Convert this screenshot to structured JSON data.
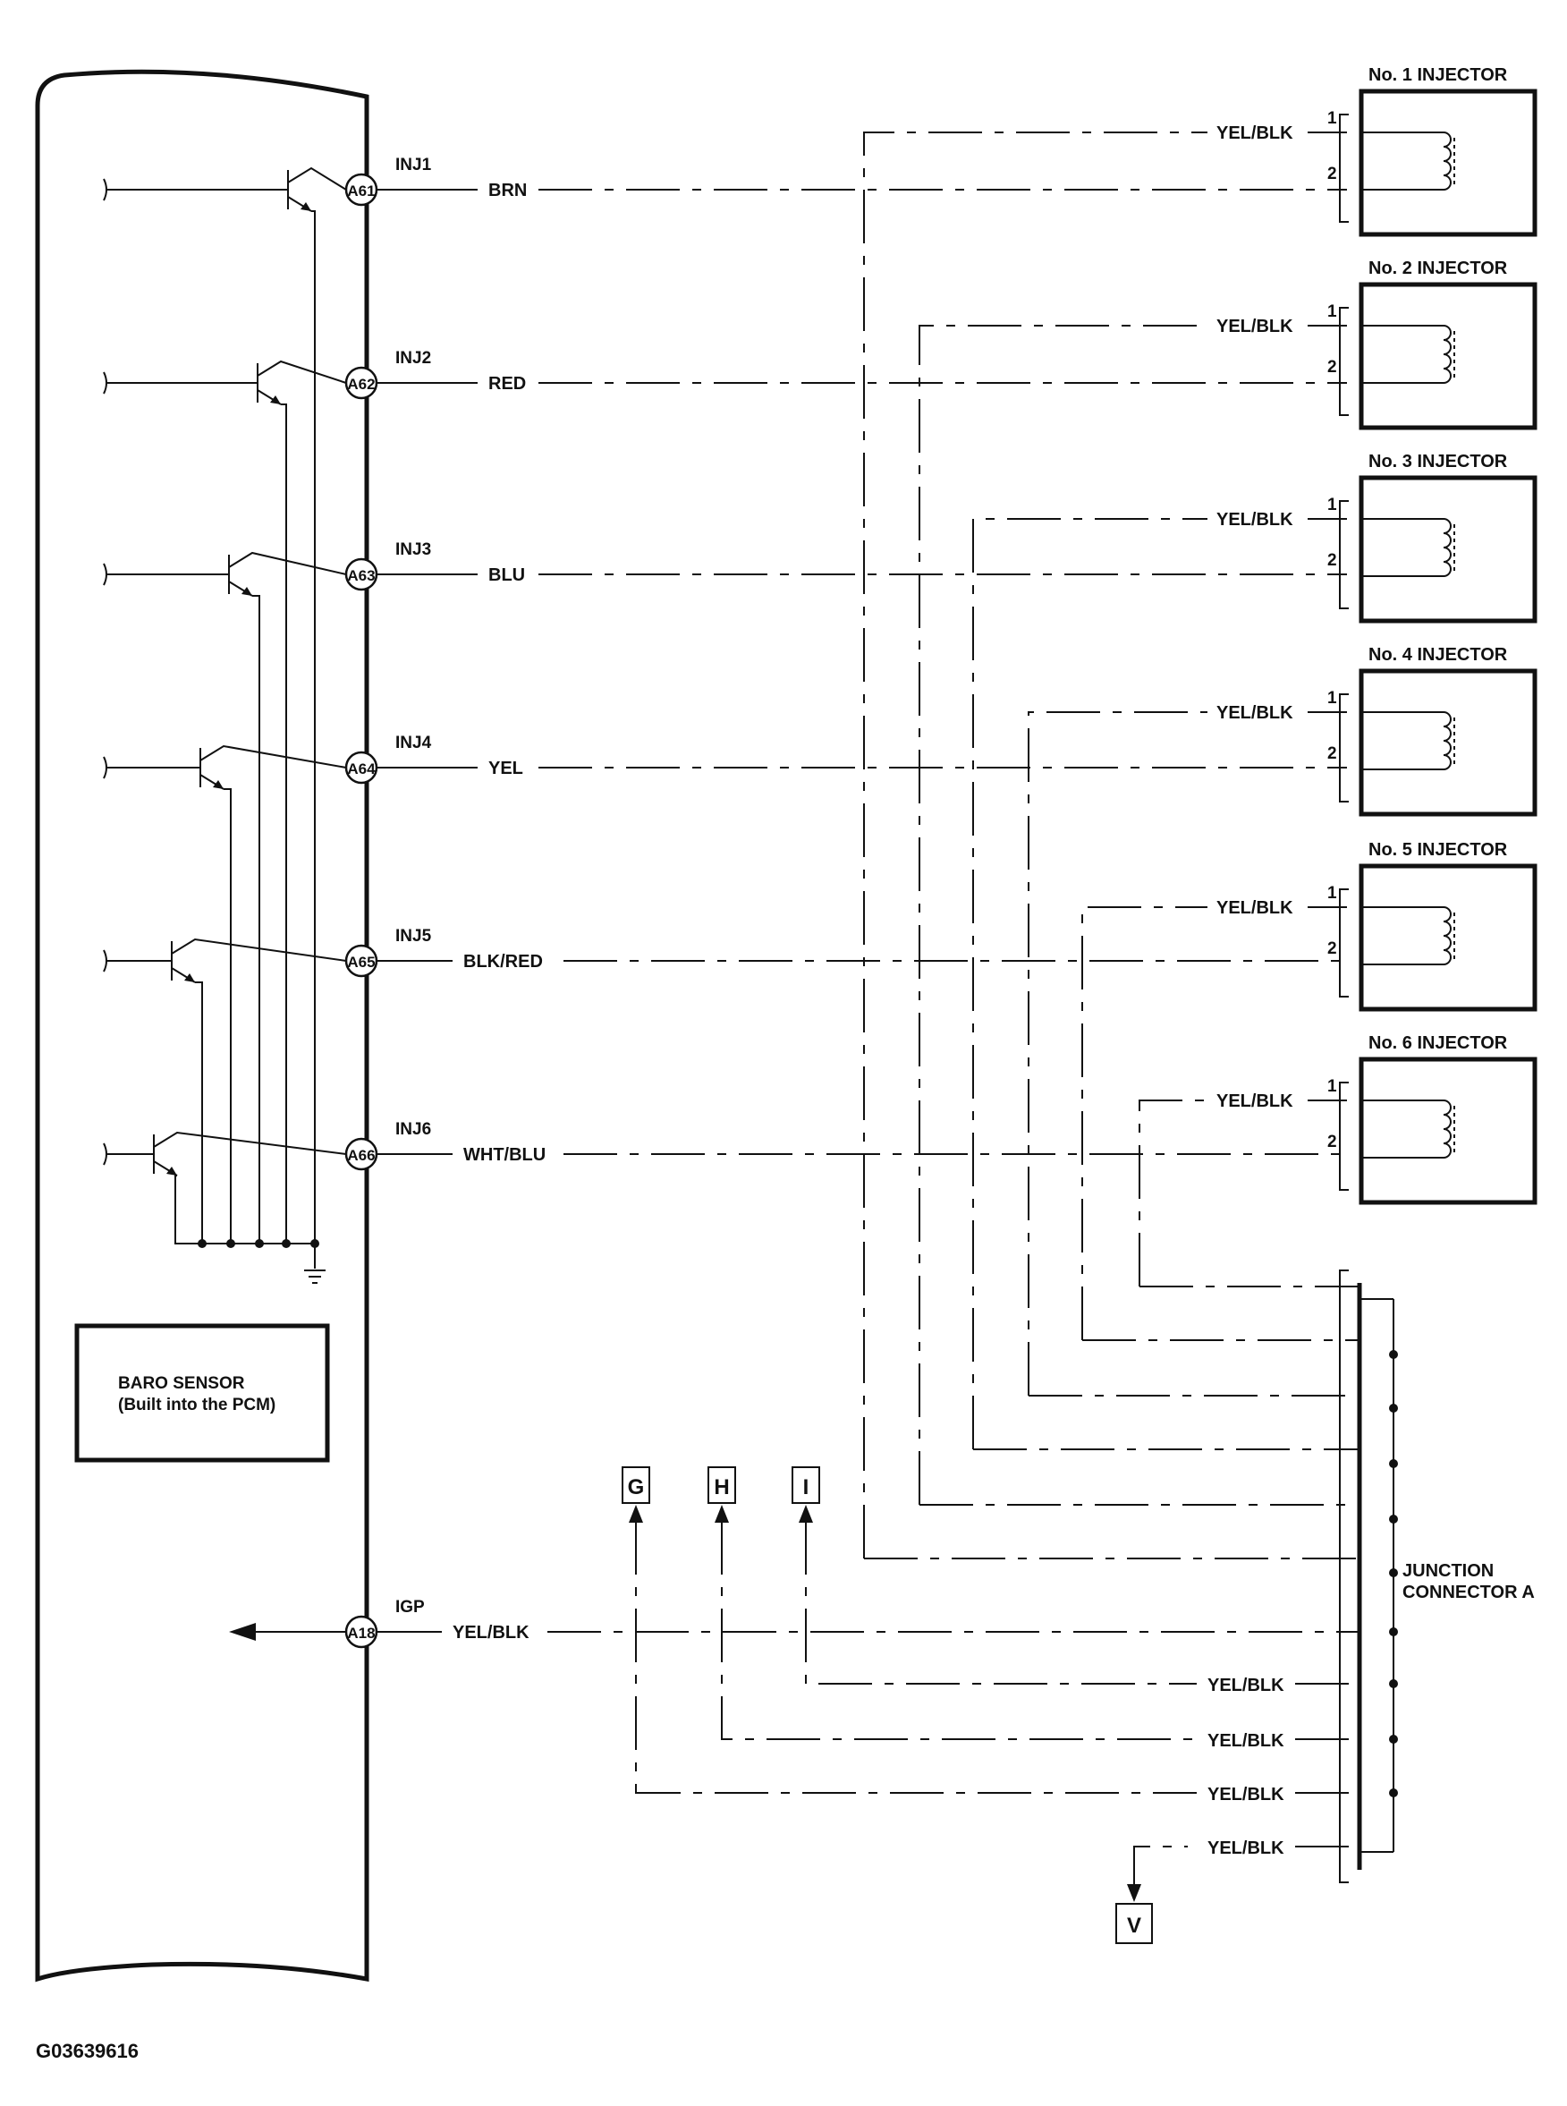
{
  "pcm": {
    "baro_sensor_line1": "BARO SENSOR",
    "baro_sensor_line2": "(Built into the PCM)",
    "pins": [
      {
        "id": "A61",
        "signal": "INJ1",
        "wire": "BRN"
      },
      {
        "id": "A62",
        "signal": "INJ2",
        "wire": "RED"
      },
      {
        "id": "A63",
        "signal": "INJ3",
        "wire": "BLU"
      },
      {
        "id": "A64",
        "signal": "INJ4",
        "wire": "YEL"
      },
      {
        "id": "A65",
        "signal": "INJ5",
        "wire": "BLK/RED"
      },
      {
        "id": "A66",
        "signal": "INJ6",
        "wire": "WHT/BLU"
      }
    ],
    "igp_pin": {
      "id": "A18",
      "signal": "IGP",
      "wire": "YEL/BLK"
    }
  },
  "injectors": [
    {
      "title": "No. 1 INJECTOR",
      "pin1": "1",
      "pin2": "2",
      "feed_wire": "YEL/BLK"
    },
    {
      "title": "No. 2 INJECTOR",
      "pin1": "1",
      "pin2": "2",
      "feed_wire": "YEL/BLK"
    },
    {
      "title": "No. 3 INJECTOR",
      "pin1": "1",
      "pin2": "2",
      "feed_wire": "YEL/BLK"
    },
    {
      "title": "No. 4 INJECTOR",
      "pin1": "1",
      "pin2": "2",
      "feed_wire": "YEL/BLK"
    },
    {
      "title": "No. 5 INJECTOR",
      "pin1": "1",
      "pin2": "2",
      "feed_wire": "YEL/BLK"
    },
    {
      "title": "No. 6 INJECTOR",
      "pin1": "1",
      "pin2": "2",
      "feed_wire": "YEL/BLK"
    }
  ],
  "junction": {
    "line1": "JUNCTION",
    "line2": "CONNECTOR A"
  },
  "branch_wires": [
    "YEL/BLK",
    "YEL/BLK",
    "YEL/BLK",
    "YEL/BLK"
  ],
  "refs": {
    "g": "G",
    "h": "H",
    "i": "I",
    "v": "V"
  },
  "figure_id": "G03639616"
}
